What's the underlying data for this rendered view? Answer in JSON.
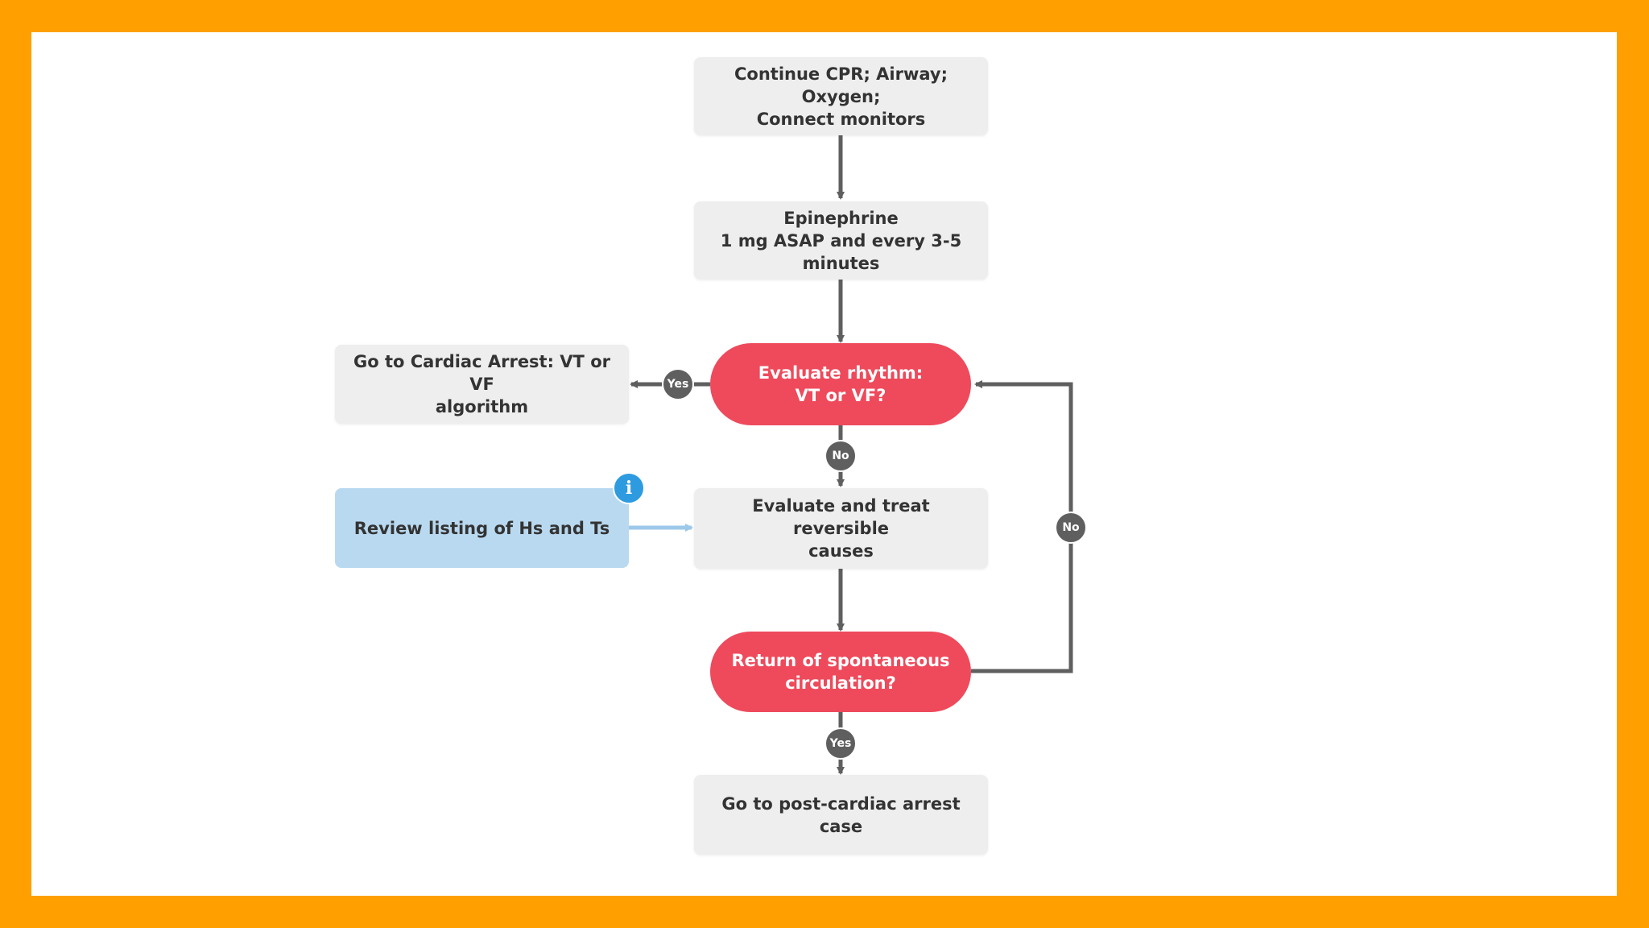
{
  "colors": {
    "frame": "#FFA000",
    "canvas": "#FFFFFF",
    "process_fill": "#EEEEEE",
    "decision_fill": "#EE4A5C",
    "info_fill": "#B9D9F0",
    "connector": "#5F5F5F",
    "info_connector": "#9CC8EA",
    "info_icon": "#2E9BE0"
  },
  "nodes": {
    "continue_cpr": "Continue CPR; Airway; Oxygen;\nConnect monitors",
    "epinephrine": "Epinephrine\n1 mg ASAP and every 3-5 minutes",
    "evaluate_rhythm": "Evaluate rhythm:\nVT or VF?",
    "cardiac_arrest_vt_vf": "Go to Cardiac Arrest: VT or VF\nalgorithm",
    "review_hs_ts": "Review listing of Hs and Ts",
    "treat_reversible": "Evaluate and treat reversible\ncauses",
    "rosc": "Return of spontaneous\ncirculation?",
    "post_cardiac_arrest": "Go to post-cardiac arrest case"
  },
  "edges": [
    {
      "from": "continue_cpr",
      "to": "epinephrine",
      "label": ""
    },
    {
      "from": "epinephrine",
      "to": "evaluate_rhythm",
      "label": ""
    },
    {
      "from": "evaluate_rhythm",
      "to": "cardiac_arrest_vt_vf",
      "label": "Yes"
    },
    {
      "from": "evaluate_rhythm",
      "to": "treat_reversible",
      "label": "No"
    },
    {
      "from": "review_hs_ts",
      "to": "treat_reversible",
      "label": ""
    },
    {
      "from": "treat_reversible",
      "to": "rosc",
      "label": ""
    },
    {
      "from": "rosc",
      "to": "evaluate_rhythm",
      "label": "No"
    },
    {
      "from": "rosc",
      "to": "post_cardiac_arrest",
      "label": "Yes"
    }
  ],
  "icons": {
    "info": "info-icon"
  }
}
